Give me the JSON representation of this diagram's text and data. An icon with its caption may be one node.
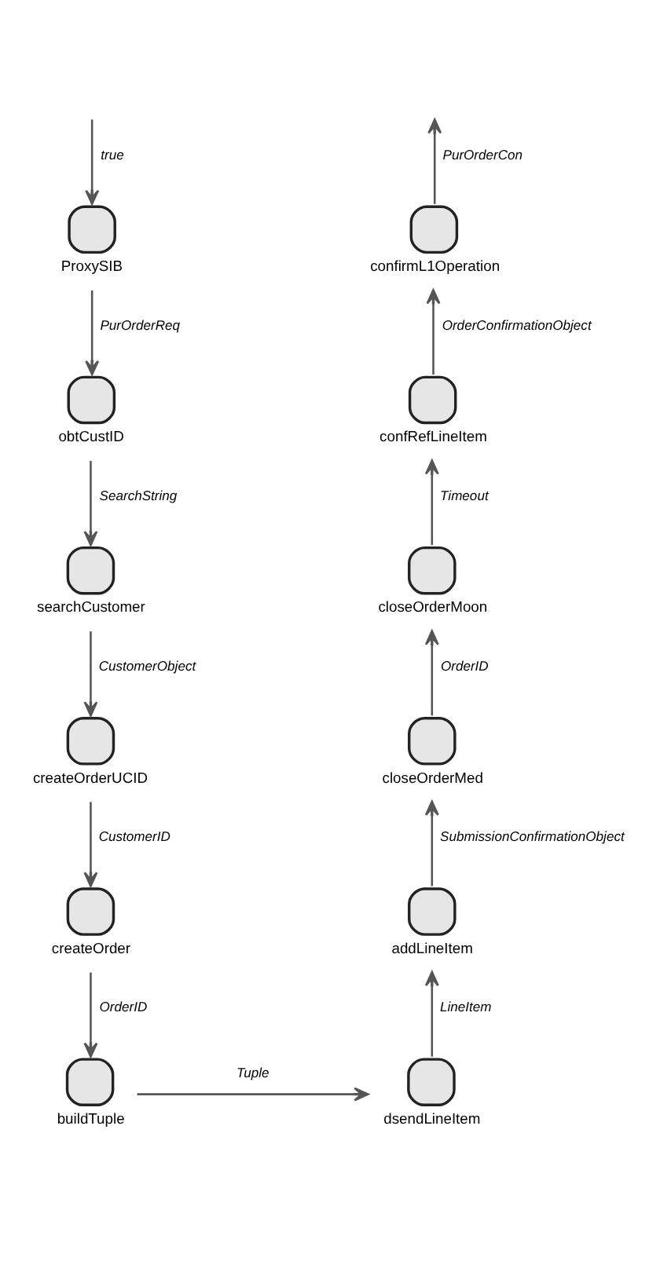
{
  "diagram": {
    "nodes": [
      {
        "text": [
          "ProxySIB"
        ]
      },
      {
        "text": [
          "obtCustID"
        ]
      },
      {
        "text": [
          "searchCustomer"
        ]
      },
      {
        "text": [
          "createOrderUCID"
        ]
      },
      {
        "text": [
          "createOrder"
        ]
      },
      {
        "text": [
          "buildTuple"
        ]
      },
      {
        "text": [
          "confirmL1Operation"
        ]
      },
      {
        "text": [
          "confRefLineItem"
        ]
      },
      {
        "text": [
          "closeOrderMoon"
        ]
      },
      {
        "text": [
          "closeOrderMed"
        ]
      },
      {
        "text": [
          "addLineItem"
        ]
      },
      {
        "text": [
          "dsendLineItem"
        ]
      }
    ],
    "edges": [
      {
        "from": null,
        "to": 0,
        "arrow": "to",
        "label": "true"
      },
      {
        "from": 0,
        "to": 1,
        "arrow": "to",
        "label": "PurOrderReq"
      },
      {
        "from": 1,
        "to": 2,
        "arrow": "to",
        "label": "SearchString"
      },
      {
        "from": 2,
        "to": 3,
        "arrow": "to",
        "label": "CustomerObject"
      },
      {
        "from": 3,
        "to": 4,
        "arrow": "to",
        "label": "CustomerID"
      },
      {
        "from": 4,
        "to": 5,
        "arrow": "to",
        "label": "OrderID"
      },
      {
        "from": 5,
        "to": 11,
        "arrow": "to",
        "label": "Tuple"
      },
      {
        "from": 11,
        "to": 10,
        "arrow": "to",
        "label": "LineItem"
      },
      {
        "from": 10,
        "to": 9,
        "arrow": "to",
        "label": "SubmissionConfirmationObject"
      },
      {
        "from": 9,
        "to": 8,
        "arrow": "to",
        "label": "OrderID"
      },
      {
        "from": 8,
        "to": 7,
        "arrow": "to",
        "label": "Timeout"
      },
      {
        "from": 7,
        "to": 6,
        "arrow": "to",
        "label": "OrderConfirmationObject"
      },
      {
        "from": 6,
        "to": null,
        "arrow": "to",
        "label": "PurOrderCon"
      }
    ]
  }
}
